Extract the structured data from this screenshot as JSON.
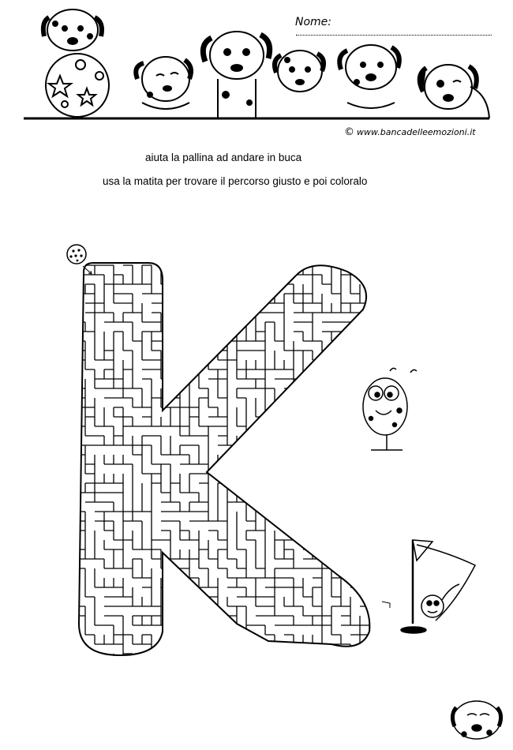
{
  "header": {
    "name_label": "Nome:",
    "credit_symbol": "©",
    "credit_text": "www.bancadelleemozioni.it"
  },
  "instructions": {
    "line1": "aiuta la pallina ad andare in buca",
    "line2": "usa la matita per trovare il percorso giusto e poi coloralo"
  },
  "maze": {
    "letter": "K"
  },
  "illustrations": {
    "header": "dalmatian-puppies-icon",
    "ball": "ball-icon",
    "egg_character": "egg-character-icon",
    "golf_hole": "golf-flag-icon",
    "puppy_corner": "puppy-face-icon"
  }
}
